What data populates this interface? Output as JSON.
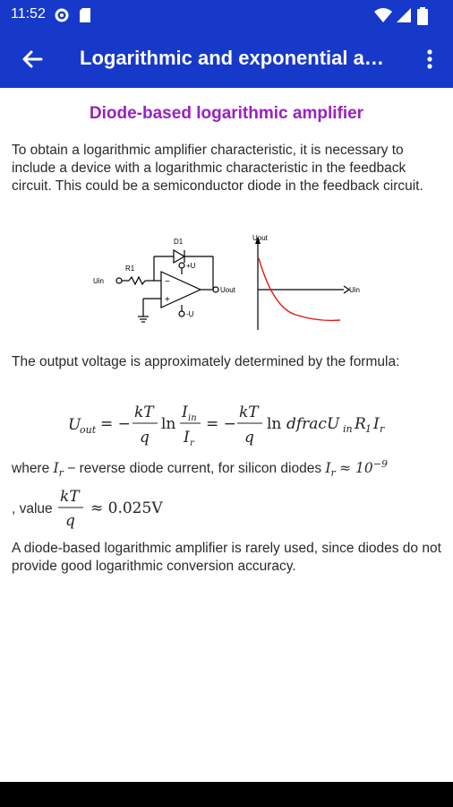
{
  "status": {
    "time": "11:52"
  },
  "appbar": {
    "title": "Logarithmic and exponential amplifiers"
  },
  "content": {
    "heading": "Diode-based logarithmic amplifier",
    "intro": "To obtain a logarithmic amplifier characteristic, it is necessary to include a device with a logarithmic characteristic in the feedback circuit. This could be a semiconductor diode in the feedback circuit.",
    "diagram_labels": {
      "d1": "D1",
      "r1": "R1",
      "uin": "Uin",
      "plus_u": "+U",
      "minus_u": "-U",
      "uout": "Uout",
      "graph_y": "Uout",
      "graph_x": "Uin"
    },
    "output_text": "The output voltage is approximately determined by the formula:",
    "formula": {
      "lhs": "U",
      "lhs_sub": "out",
      "kT": "kT",
      "q": "q",
      "ln": "ln",
      "i_in": "I",
      "i_in_sub": "in",
      "i_r": "I",
      "i_r_sub": "r",
      "tail": "dfracU",
      "tail_sub": "in",
      "tail_r": "R",
      "tail_r_sub": "1",
      "tail_i": "I",
      "tail_i_sub": "r"
    },
    "where_text": "where",
    "ir": "I",
    "ir_sub": "r",
    "where_rest": " − reverse diode current, for silicon diodes ",
    "approx": "≈ 10",
    "exp": "−9",
    "value_text": ", value",
    "value_num": "≈ 0.025V",
    "closing": "A diode-based logarithmic amplifier is rarely used, since diodes do not provide good logarithmic conversion accuracy."
  }
}
